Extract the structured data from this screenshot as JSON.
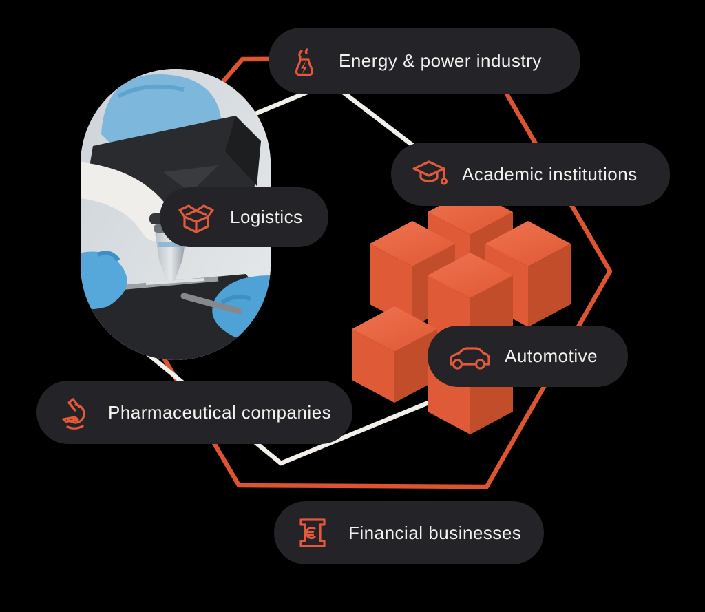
{
  "colors": {
    "background": "#000000",
    "badge_background": "#242328",
    "badge_text": "#f4f2ef",
    "accent_orange": "#e2593b",
    "connector_orange": "#dd5430",
    "connector_white": "#f2efea",
    "cube_top": "#ea6b45",
    "cube_left": "#df5a37",
    "cube_right": "#c24d2b"
  },
  "badges": [
    {
      "label": "Energy & power industry",
      "icon": "power-plant-icon"
    },
    {
      "label": "Academic institutions",
      "icon": "graduation-cap-icon"
    },
    {
      "label": "Logistics",
      "icon": "open-box-icon"
    },
    {
      "label": "Automotive",
      "icon": "car-icon"
    },
    {
      "label": "Pharmaceutical companies",
      "icon": "microscope-icon"
    },
    {
      "label": "Financial businesses",
      "icon": "atm-euro-icon"
    }
  ],
  "photo": {
    "alt": "Scientist in blue gloves and hair cap working with a laboratory microscope"
  }
}
